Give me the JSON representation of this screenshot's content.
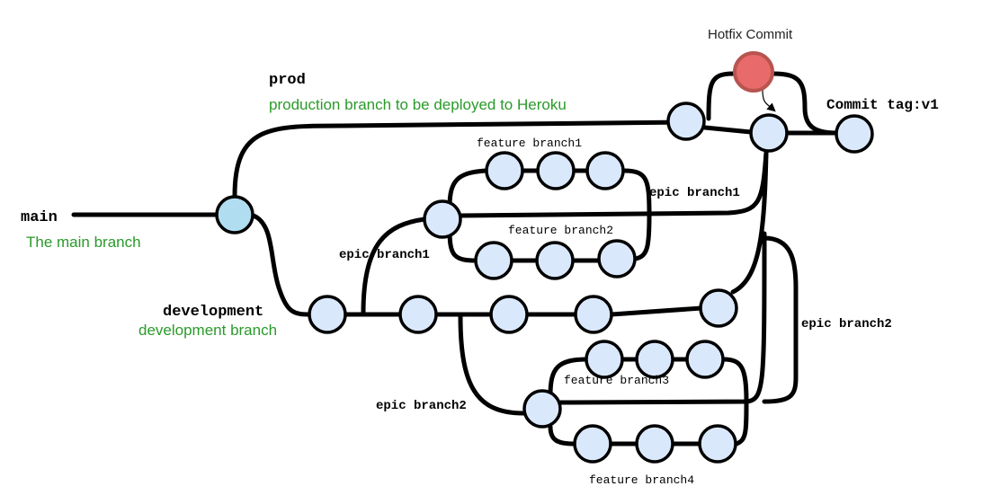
{
  "labels": {
    "main": "main",
    "main_desc": "The main branch",
    "prod": "prod",
    "prod_desc": "production branch to be deployed to Heroku",
    "development": "development",
    "development_desc": "development branch",
    "hotfix": "Hotfix Commit",
    "commit_tag": "Commit tag:v1",
    "feature_branch1": "feature branch1",
    "feature_branch2": "feature branch2",
    "feature_branch3": "feature branch3",
    "feature_branch4": "feature branch4",
    "epic_branch1_right": "epic branch1",
    "epic_branch1_left": "epic branch1",
    "epic_branch2_right": "epic branch2",
    "epic_branch2_left": "epic branch2"
  },
  "colors": {
    "commit_fill": "#dae8fc",
    "main_commit_fill": "#b1ddf0",
    "hotfix_fill": "#e86a6a",
    "hotfix_stroke": "#b85450",
    "description_text": "#2a9a2a"
  }
}
